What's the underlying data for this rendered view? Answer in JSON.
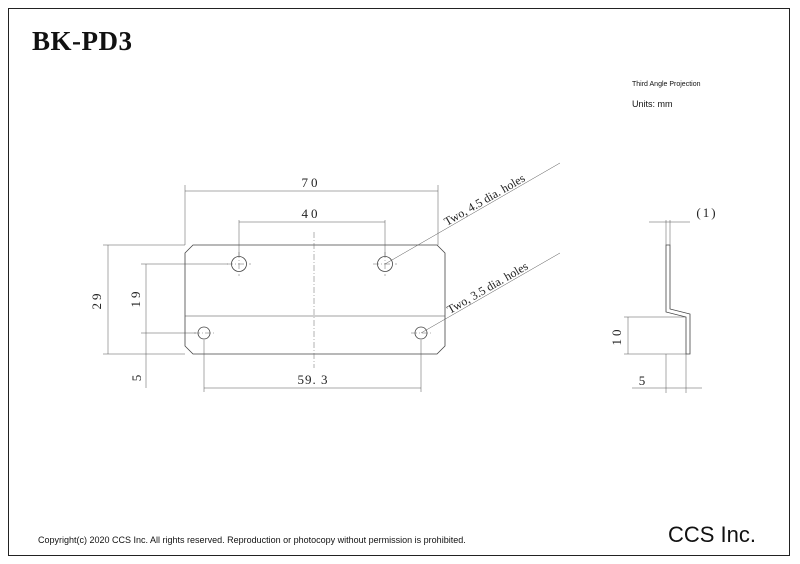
{
  "title": "BK-PD3",
  "projection_note": "Third Angle Projection",
  "units_note": "Units: mm",
  "dimensions": {
    "overall_width": "70",
    "upper_hole_spacing": "40",
    "lower_hole_spacing": "59. 3",
    "overall_height": "29",
    "upper_hole_height": "19",
    "lower_hole_height": "5",
    "thickness": "(1)",
    "side_flange": "10",
    "side_offset": "5"
  },
  "notes": {
    "large_holes": "Two, 4.5 dia. holes",
    "small_holes": "Two, 3.5 dia. holes"
  },
  "copyright": "Copyright(c) 2020 CCS Inc. All rights reserved.  Reproduction or photocopy without permission is prohibited.",
  "company": "CCS Inc."
}
